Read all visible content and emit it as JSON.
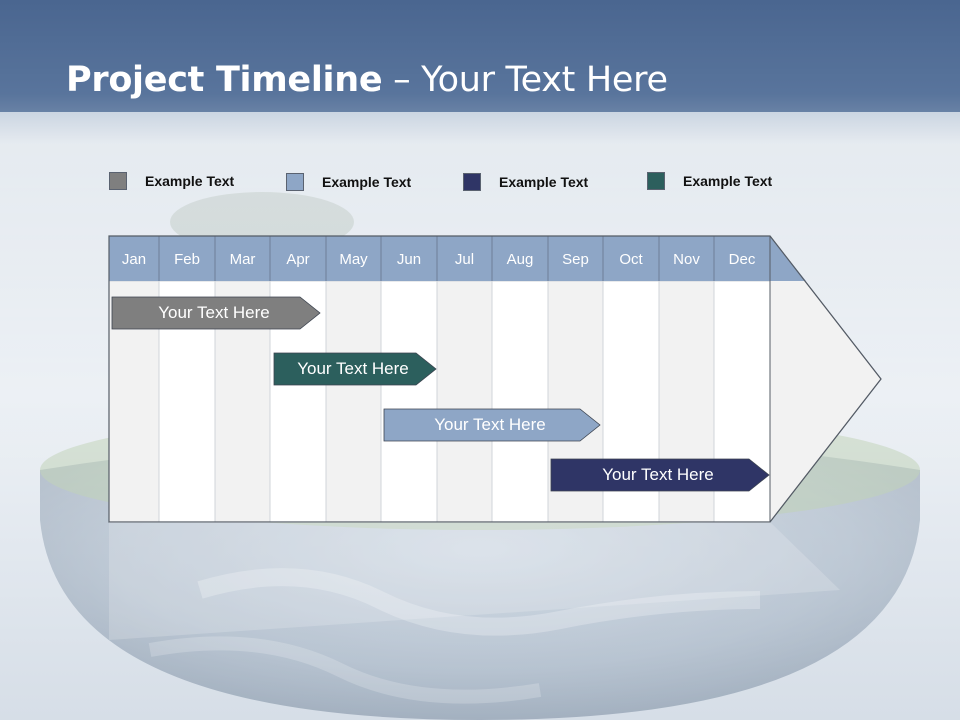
{
  "title": {
    "bold": "Project Timeline",
    "rest": "– Your Text Here"
  },
  "legend": [
    {
      "label": "Example Text",
      "color": "#7f7f7f"
    },
    {
      "label": "Example Text",
      "color": "#8ea6c6"
    },
    {
      "label": "Example Text",
      "color": "#2f3566"
    },
    {
      "label": "Example Text",
      "color": "#2c5f5d"
    }
  ],
  "months": [
    "Jan",
    "Feb",
    "Mar",
    "Apr",
    "May",
    "Jun",
    "Jul",
    "Aug",
    "Sep",
    "Oct",
    "Nov",
    "Dec"
  ],
  "tasks": [
    {
      "label": "Your  Text Here",
      "color": "#7f7f7f"
    },
    {
      "label": "Your  Text Here",
      "color": "#2c5f5d"
    },
    {
      "label": "Your  Text Here",
      "color": "#8ea6c6"
    },
    {
      "label": "Your  Text Here",
      "color": "#2f3566"
    }
  ],
  "colors": {
    "header_band": "#4a6690",
    "month_header": "#8ea6c6",
    "column_light": "#f2f2f2",
    "column_white": "#ffffff"
  }
}
